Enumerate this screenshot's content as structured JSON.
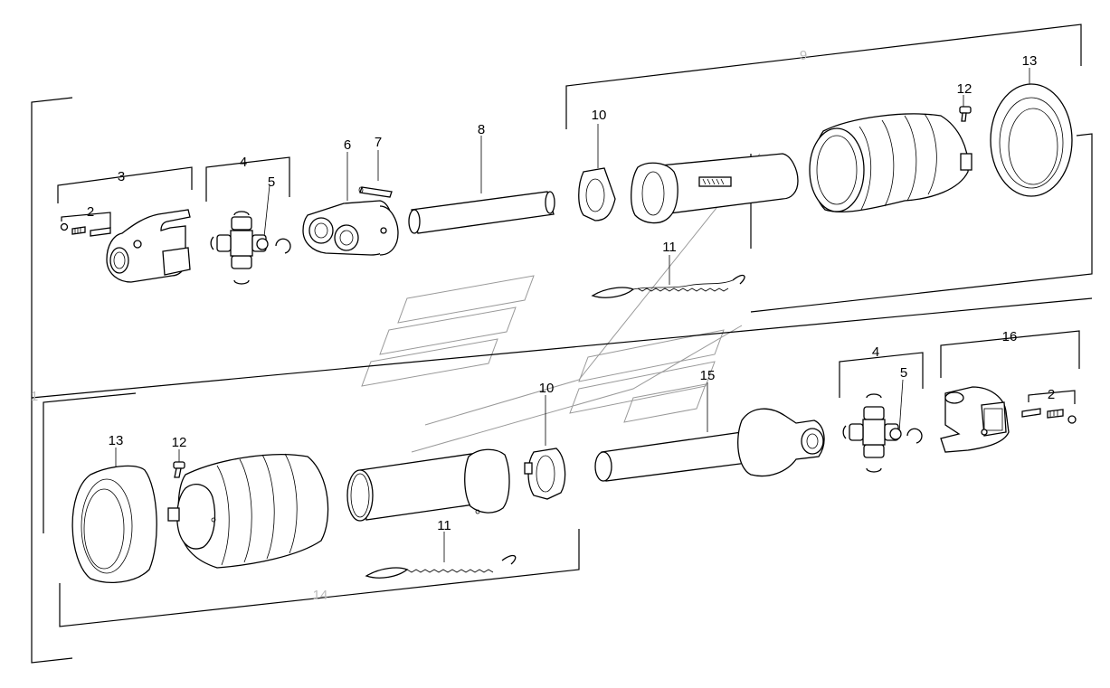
{
  "labels": {
    "l3": "3",
    "l2a": "2",
    "l4a": "4",
    "l5a": "5",
    "l6": "6",
    "l7": "7",
    "l8": "8",
    "l9": "9",
    "l10a": "10",
    "l11a": "11",
    "l12a": "12",
    "l13a": "13",
    "l13b": "13",
    "l12b": "12",
    "l11b": "11",
    "l10b": "10",
    "l15": "15",
    "l4b": "4",
    "l5b": "5",
    "l16": "16",
    "l2b": "2",
    "l14": "14",
    "l1": "1"
  }
}
